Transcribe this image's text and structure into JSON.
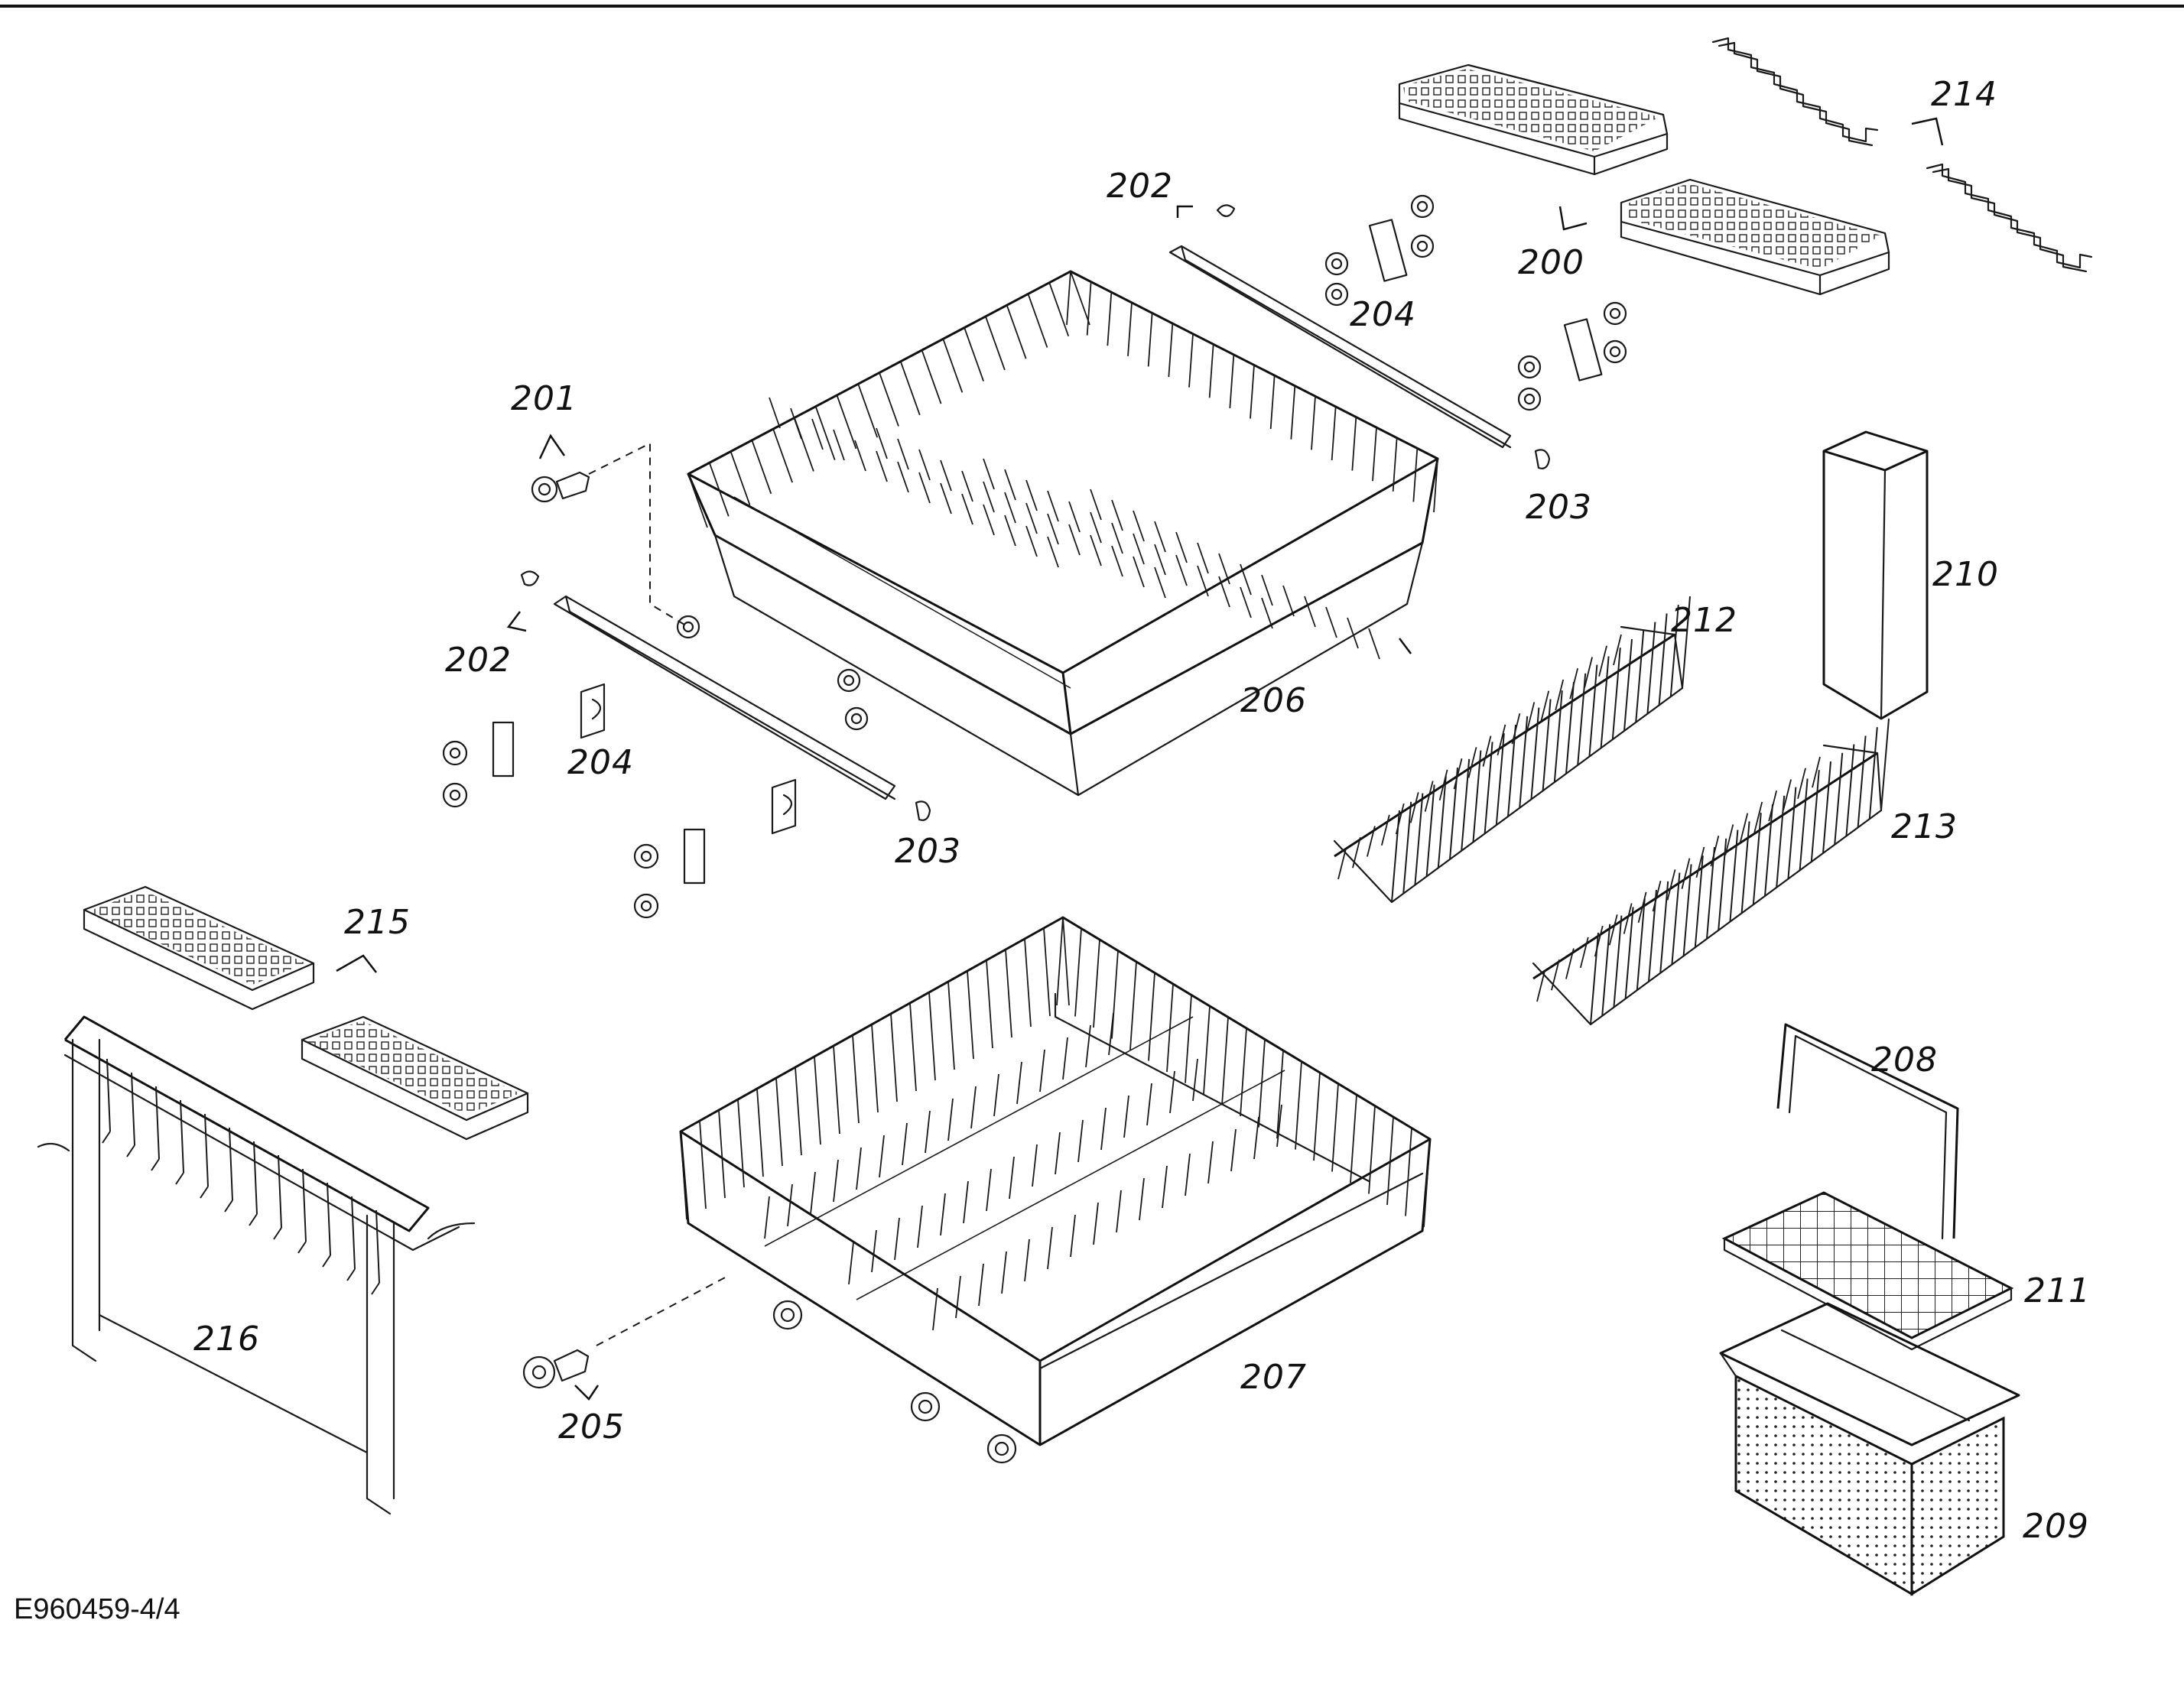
{
  "document_id": "E960459-4/4",
  "part_callouts": {
    "p200": "200",
    "p201": "201",
    "p202a": "202",
    "p202b": "202",
    "p203a": "203",
    "p203b": "203",
    "p204a": "204",
    "p204b": "204",
    "p205": "205",
    "p206": "206",
    "p207": "207",
    "p208": "208",
    "p209": "209",
    "p210": "210",
    "p211": "211",
    "p212": "212",
    "p213": "213",
    "p214": "214",
    "p215": "215",
    "p216": "216"
  }
}
